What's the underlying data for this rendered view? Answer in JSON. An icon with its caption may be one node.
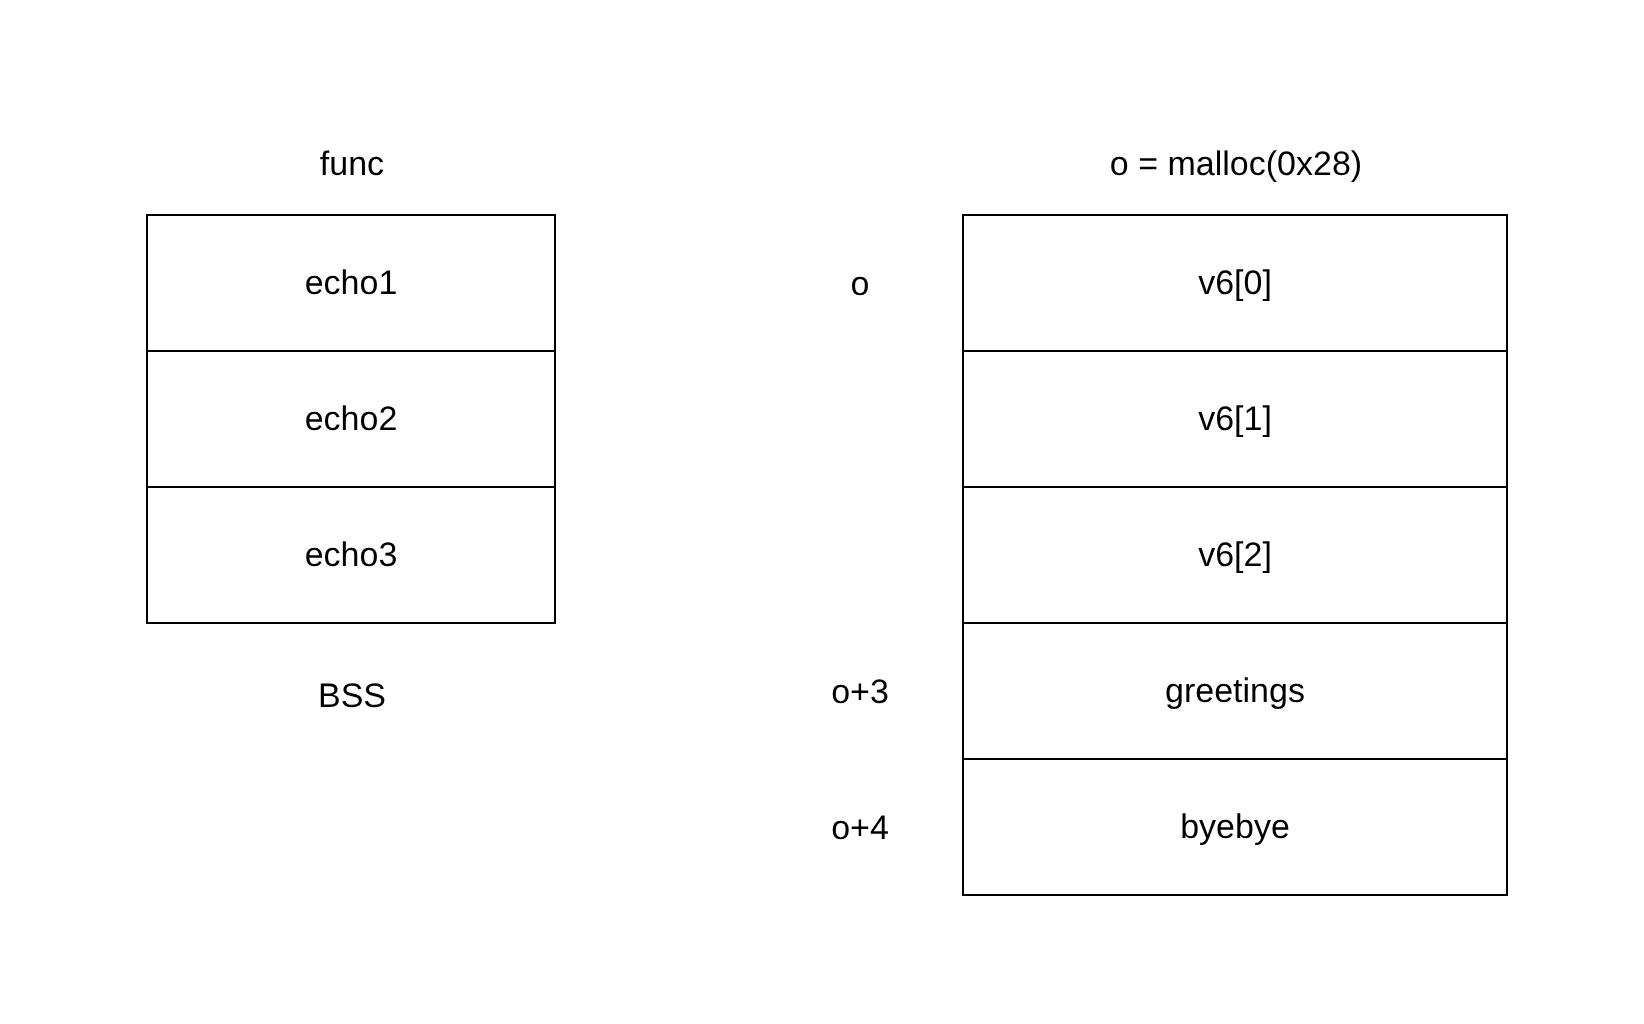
{
  "diagram": {
    "nodes": [
      {
        "text": [
          "echo1"
        ]
      },
      {
        "text": [
          "echo2"
        ]
      },
      {
        "text": [
          "echo3"
        ]
      },
      {
        "text": [
          "v6[0]"
        ],
        "beside": [
          "o"
        ]
      },
      {
        "text": [
          "v6[1]"
        ]
      },
      {
        "text": [
          "v6[2]"
        ]
      },
      {
        "text": [
          "greetings"
        ],
        "beside": [
          "o+3"
        ]
      },
      {
        "text": [
          "byebye"
        ],
        "beside": [
          "o+4"
        ]
      }
    ],
    "labels": [
      "func",
      "o = malloc(0x28)",
      "BSS"
    ]
  }
}
